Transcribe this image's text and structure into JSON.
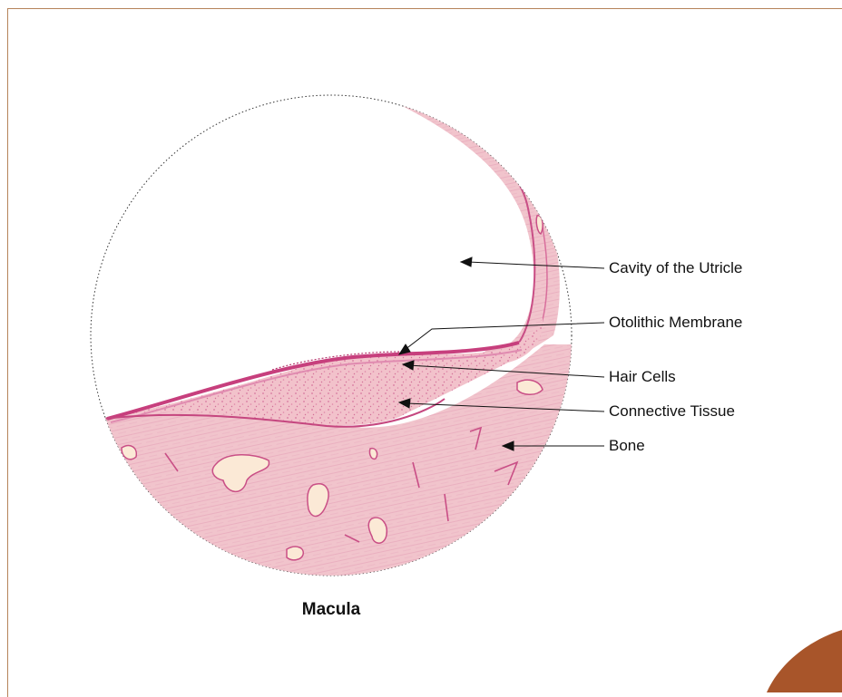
{
  "figure": {
    "caption": "Macula",
    "labels": [
      {
        "id": "cavity",
        "text": "Cavity of the Utricle"
      },
      {
        "id": "otolithic",
        "text": "Otolithic Membrane"
      },
      {
        "id": "hair",
        "text": "Hair Cells"
      },
      {
        "id": "connective",
        "text": "Connective Tissue"
      },
      {
        "id": "bone",
        "text": "Bone"
      }
    ]
  },
  "colors": {
    "frame_border": "#b5835a",
    "corner_accent": "#a8552a",
    "tissue_light": "#f3c6cc",
    "tissue_dark": "#d96a98",
    "bone_space": "#fbe9d6"
  }
}
